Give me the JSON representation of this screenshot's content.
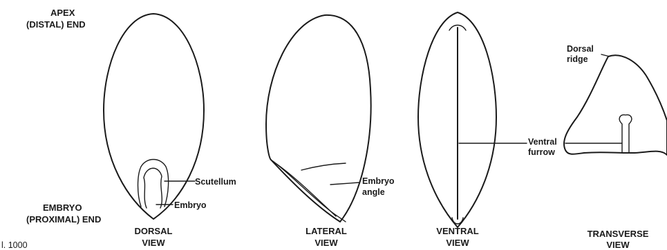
{
  "labels": {
    "apex_line1": "APEX",
    "apex_line2": "(DISTAL) END",
    "embryo_end_line1": "EMBRYO",
    "embryo_end_line2": "(PROXIMAL) END",
    "scutellum": "Scutellum",
    "embryo": "Embryo",
    "embryo_angle_line1": "Embryo",
    "embryo_angle_line2": "angle",
    "view_label": "VIEW",
    "ventral_furrow_line1": "Ventral",
    "ventral_furrow_line2": "furrow",
    "dorsal_ridge_line1": "Dorsal",
    "dorsal_ridge_line2": "ridge",
    "fragment": "l. 1000"
  },
  "views": [
    {
      "name": "DORSAL"
    },
    {
      "name": "LATERAL"
    },
    {
      "name": "VENTRAL"
    },
    {
      "name": "TRANSVERSE"
    }
  ]
}
